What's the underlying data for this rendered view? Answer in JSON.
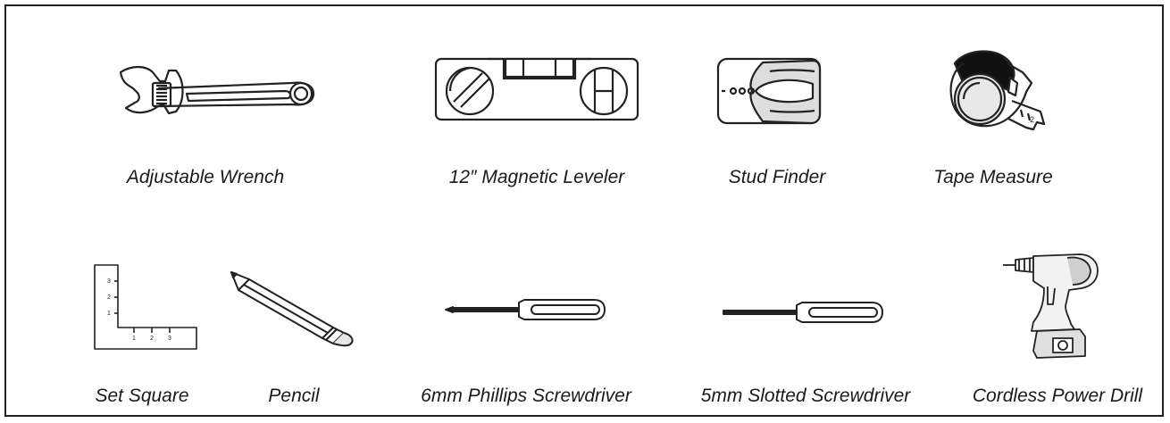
{
  "tools": {
    "adjustable_wrench": {
      "label": "Adjustable Wrench",
      "icon": "adjustable-wrench-icon"
    },
    "magnetic_leveler": {
      "label": "12″ Magnetic Leveler",
      "icon": "spirit-level-icon"
    },
    "stud_finder": {
      "label": "Stud Finder",
      "icon": "stud-finder-icon"
    },
    "tape_measure": {
      "label": "Tape Measure",
      "icon": "tape-measure-icon"
    },
    "set_square": {
      "label": "Set Square",
      "icon": "set-square-icon",
      "scale_marks": [
        "1",
        "2",
        "3"
      ]
    },
    "pencil": {
      "label": "Pencil",
      "icon": "pencil-icon"
    },
    "phillips_screwdriver": {
      "label": "6mm Phillips Screwdriver",
      "icon": "phillips-screwdriver-icon"
    },
    "slotted_screwdriver": {
      "label": "5mm Slotted Screwdriver",
      "icon": "slotted-screwdriver-icon"
    },
    "power_drill": {
      "label": "Cordless Power Drill",
      "icon": "cordless-drill-icon"
    }
  }
}
